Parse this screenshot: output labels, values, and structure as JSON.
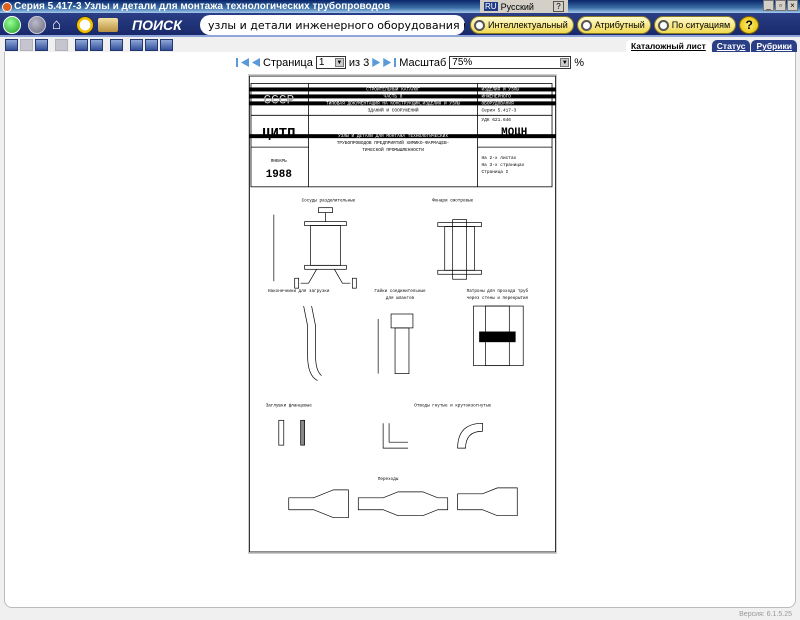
{
  "window": {
    "title": "Серия 5.417-3 Узлы и детали для монтажа технологических трубопроводов",
    "language": "Русский",
    "language_code": "RU"
  },
  "nav": {
    "search_label": "ПОИСК",
    "search_value": "узлы и детали инженерного оборудования рабочие чертежи",
    "buttons": [
      "Интеллектуальный",
      "Атрибутный",
      "По ситуациям"
    ],
    "help": "?"
  },
  "tabs": [
    "Каталожный лист",
    "Статус",
    "Рубрики"
  ],
  "pager": {
    "page_label": "Страница",
    "page": "1",
    "of_label": "из 3",
    "scale_label": "Масштаб",
    "scale": "75%",
    "percent": "%"
  },
  "doc": {
    "header": {
      "ussr": "СССР",
      "citp": "ЦИТП",
      "month": "ЯНВАРЬ",
      "year": "1988",
      "cat1": "СТРОИТЕЛЬНЫЙ КАТАЛОГ",
      "cat2": "ЧАСТЬ 8",
      "cat3": "ТИПОВАЯ ДОКУМЕНТАЦИЯ НА КОНСТРУКЦИИ,ИЗДЕЛИЯ И УЗЛЫ",
      "cat4": "ЗДАНИЙ И СООРУЖЕНИЙ",
      "r1": "ИЗДЕЛИЯ И УЗЛЫ",
      "r2": "ИНЖЕНЕРНОГО",
      "r3": "ОБОРУДОВАНИЯ",
      "series": "Серия 5.417-3",
      "udk": "УДК 621.646",
      "code": "МОЦН",
      "t1": "УЗЛЫ И ДЕТАЛИ ДЛЯ МОНТАЖА ТЕХНОЛОГИЧЕСКИХ",
      "t2": "ТРУБОПРОВОДОВ ПРЕДПРИЯТИЙ ХИМИКО-ФАРМАЦЕВ-",
      "t3": "ТИЧЕСКОЙ ПРОМЫШЛЕННОСТИ",
      "s1": "На 2-х листах",
      "s2": "На 3-х страницах",
      "s3": "Страница I"
    },
    "captions": {
      "c1": "Сосуды разделительные",
      "c2": "Фонари смотровые",
      "c3": "Наконечники для загрузки",
      "c4a": "Гайки соединительные",
      "c4b": "для шлангов",
      "c5a": "Патроны для прохода труб",
      "c5b": "через стены и перекрытия",
      "c6": "Заглушки фланцевые",
      "c7": "Отводы гнутые и крутоизогнутые",
      "c8": "Переходы"
    }
  },
  "version": "Версия: 6.1.5.25"
}
